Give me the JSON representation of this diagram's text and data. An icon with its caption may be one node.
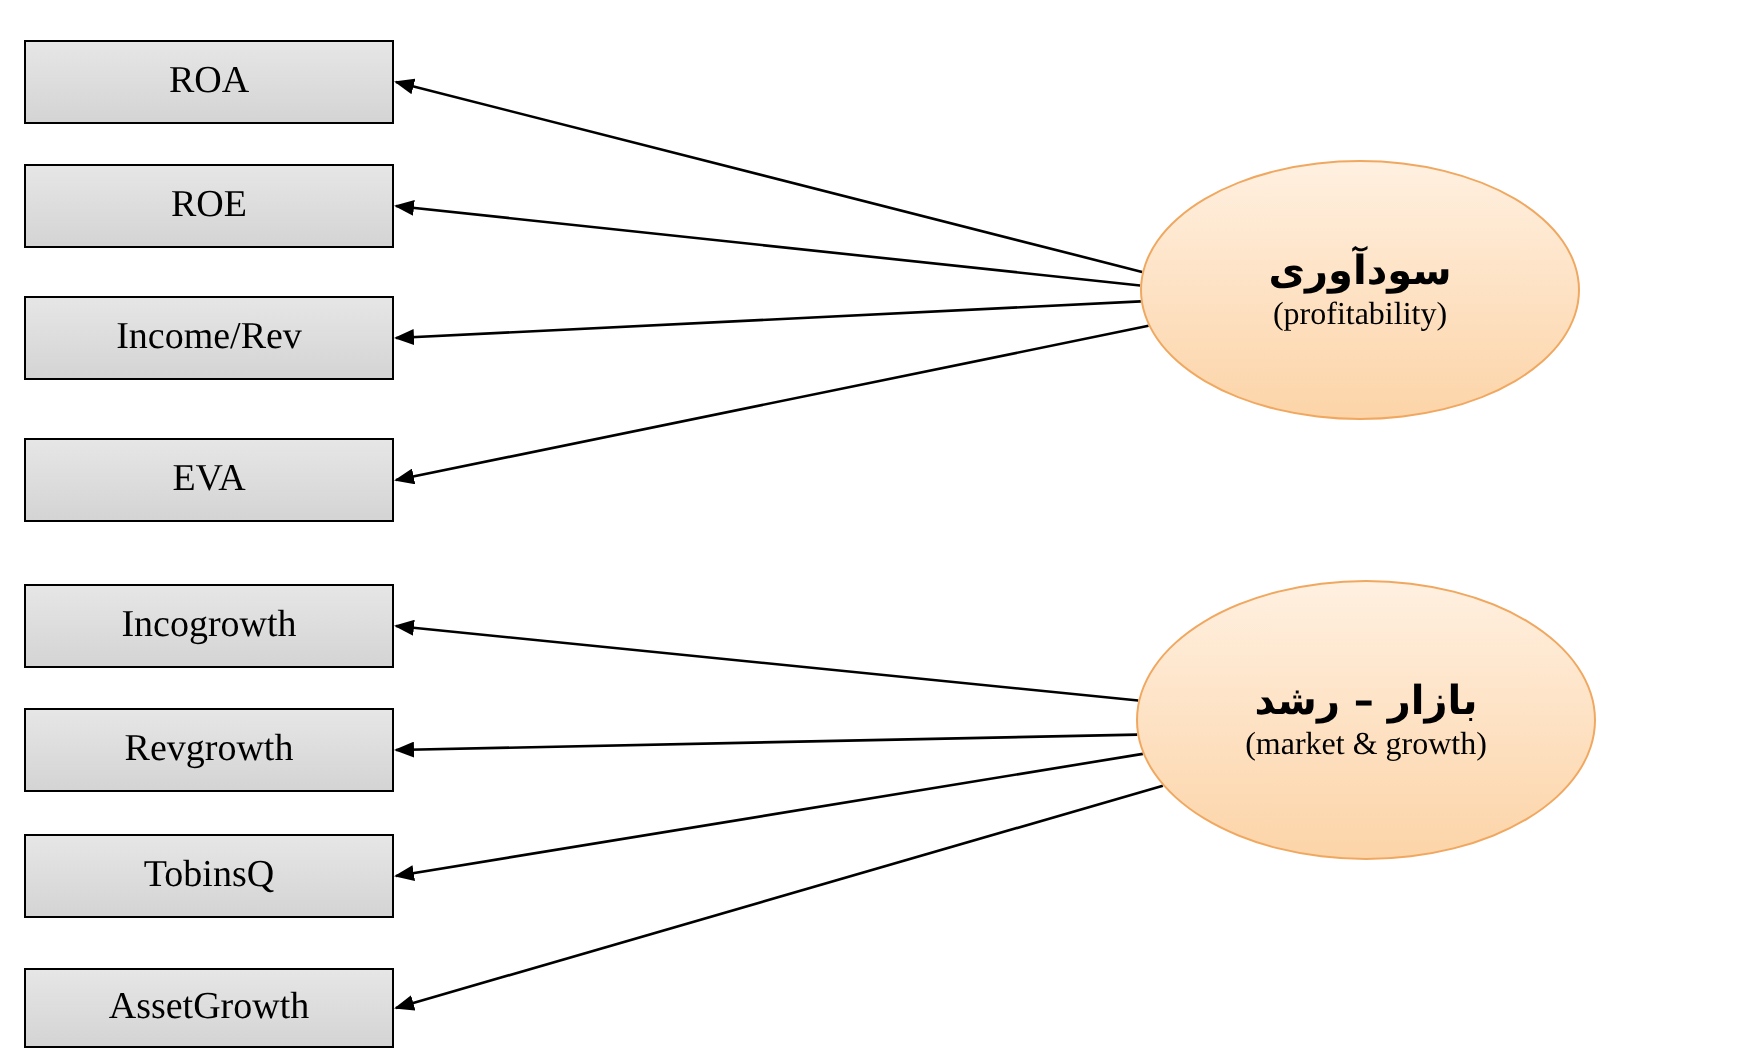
{
  "diagram": {
    "nodes": [
      {
        "text": [
          "ROA"
        ]
      },
      {
        "text": [
          "ROE"
        ]
      },
      {
        "text": [
          "Income/Rev"
        ]
      },
      {
        "text": [
          "EVA"
        ]
      },
      {
        "text": [
          "Incogrowth"
        ]
      },
      {
        "text": [
          "Revgrowth"
        ]
      },
      {
        "text": [
          "TobinsQ"
        ]
      },
      {
        "text": [
          "AssetGrowth"
        ]
      },
      {
        "text": [
          "سودآوری",
          "(profitability)"
        ]
      },
      {
        "text": [
          "بازار – رشد",
          "(market & growth)"
        ]
      }
    ],
    "edges": [
      {
        "from": 8,
        "to": 0,
        "arrow": "to"
      },
      {
        "from": 8,
        "to": 1,
        "arrow": "to"
      },
      {
        "from": 8,
        "to": 2,
        "arrow": "to"
      },
      {
        "from": 8,
        "to": 3,
        "arrow": "to"
      },
      {
        "from": 9,
        "to": 4,
        "arrow": "to"
      },
      {
        "from": 9,
        "to": 5,
        "arrow": "to"
      },
      {
        "from": 9,
        "to": 6,
        "arrow": "to"
      },
      {
        "from": 9,
        "to": 7,
        "arrow": "to"
      }
    ]
  }
}
